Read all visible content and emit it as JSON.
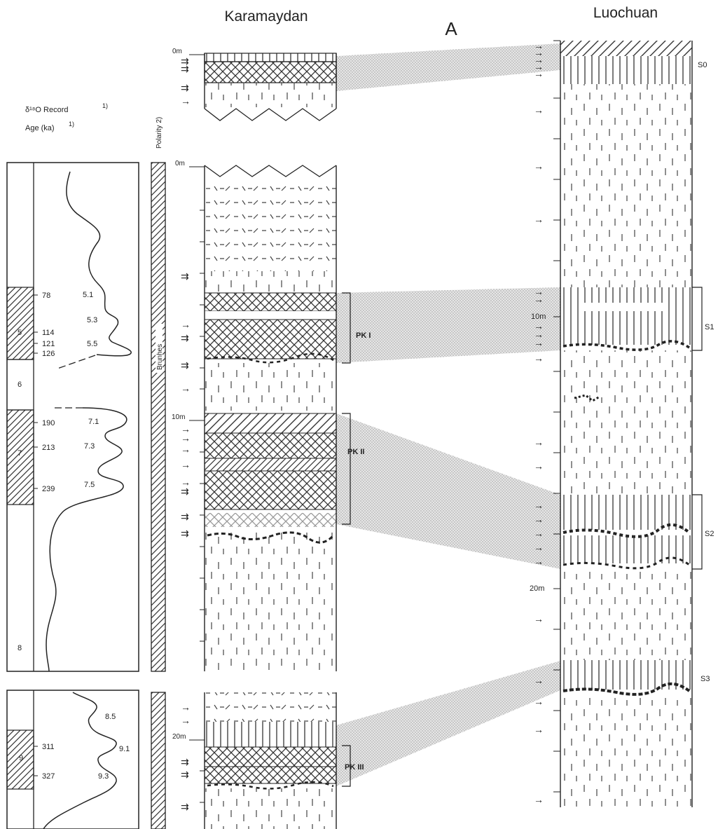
{
  "titles": {
    "karamaydan": "Karamaydan",
    "panel": "A",
    "luochuan": "Luochuan"
  },
  "left_panel": {
    "record_label": "δ¹⁸O Record",
    "record_sup": "1)",
    "age_label": "Age (ka)",
    "age_sup": "1)",
    "polarity_label": "Polarity",
    "polarity_sup": "2)",
    "brunhes_label": "Brunhes",
    "stages": [
      "5",
      "6",
      "7",
      "8",
      "9"
    ],
    "ages": [
      "78",
      "114",
      "121",
      "126",
      "190",
      "213",
      "239",
      "311",
      "327"
    ],
    "substages": [
      "5.1",
      "5.3",
      "5.5",
      "7.1",
      "7.3",
      "7.5",
      "8.5",
      "9.1",
      "9.3"
    ]
  },
  "karamaydan": {
    "depth_labels": [
      "0m",
      "0m",
      "10m",
      "20m"
    ],
    "paleosols": [
      "PK I",
      "PK II",
      "PK III"
    ]
  },
  "luochuan": {
    "depth_labels": [
      "10m",
      "20m"
    ],
    "soils": [
      "S0",
      "S1",
      "S2",
      "S3"
    ]
  },
  "colors": {
    "ink": "#222222",
    "hatch": "#333333",
    "correlation_band": "#c8c8c8"
  }
}
